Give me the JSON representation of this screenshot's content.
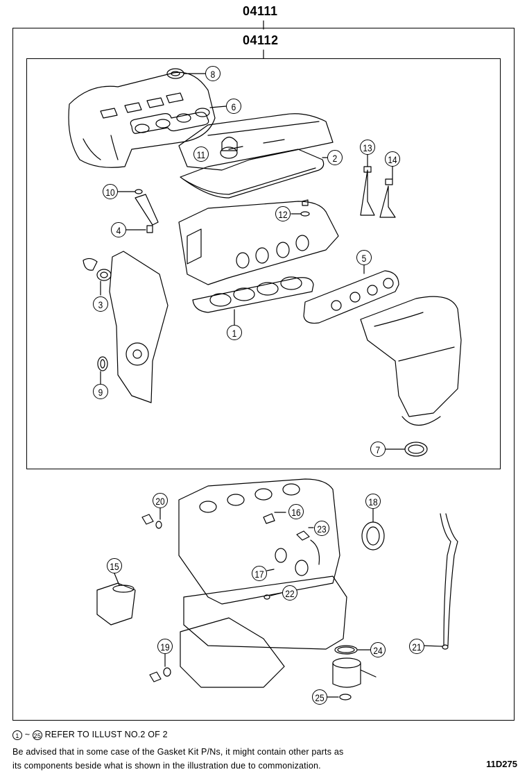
{
  "part_numbers": {
    "kit": "04111",
    "sub_kit": "04112"
  },
  "callouts": [
    "1",
    "2",
    "3",
    "4",
    "5",
    "6",
    "7",
    "8",
    "9",
    "10",
    "11",
    "12",
    "13",
    "14",
    "15",
    "16",
    "17",
    "18",
    "19",
    "20",
    "21",
    "22",
    "23",
    "24",
    "25"
  ],
  "footer": {
    "range_start": "1",
    "range_end": "25",
    "tilde": "~",
    "refer_text": "REFER TO ILLUST NO.2 OF 2",
    "advisory_line1": "Be advised that in some case of the Gasket Kit P/Ns,  it might contain other parts as",
    "advisory_line2": "its components beside what is shown in the illustration due to commonization."
  },
  "illustration_code": "11D275"
}
